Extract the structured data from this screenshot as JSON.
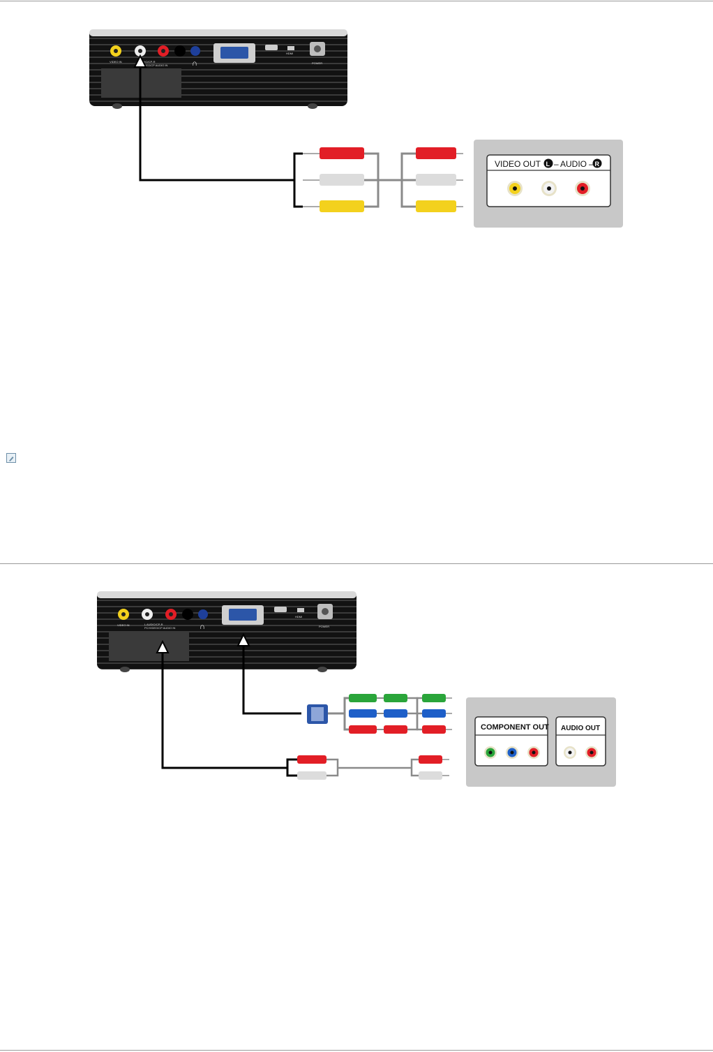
{
  "diagram1": {
    "projector_port_labels": {
      "video_in": "VIDEO IN",
      "audio_lr": "L  AUDIO/CP-R",
      "audio_sub": "PC/VIDEO/CP AUDIO IN",
      "power": "POWER",
      "hdmi": "HDMI"
    },
    "source_panel": {
      "video_out": "VIDEO OUT",
      "left_badge": "L",
      "audio": "AUDIO",
      "right_badge": "R"
    }
  },
  "diagram2": {
    "projector_port_labels": {
      "video_in": "VIDEO IN",
      "audio_lr": "L  AUDIO/CP-R",
      "audio_sub": "PC/VIDEO/CP AUDIO IN",
      "power": "POWER",
      "hdmi": "HDMI"
    },
    "source_panel": {
      "component_out": "COMPONENT OUT",
      "audio_out": "AUDIO OUT"
    }
  },
  "colors": {
    "rca_red": "#e21e26",
    "rca_white": "#dcdcdc",
    "rca_yellow": "#f3d11d",
    "comp_green": "#2aa53a",
    "comp_blue": "#1e5fc8",
    "panel_gray": "#c8c8c8",
    "projector_black": "#141414"
  }
}
